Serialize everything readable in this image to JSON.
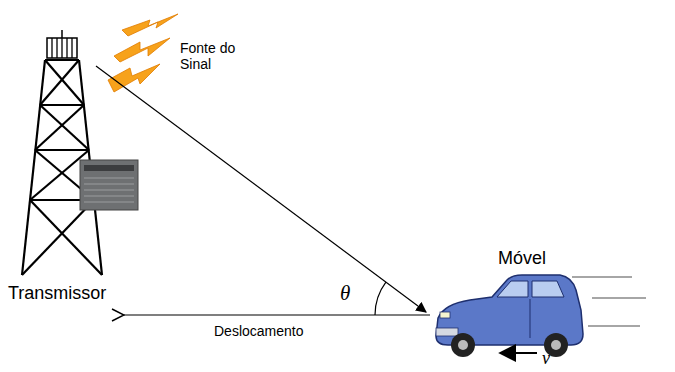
{
  "diagram": {
    "labels": [
      "Fonte do Sinal",
      "Transmissor",
      "Móvel",
      "θ",
      "Deslocamento",
      "v"
    ]
  }
}
